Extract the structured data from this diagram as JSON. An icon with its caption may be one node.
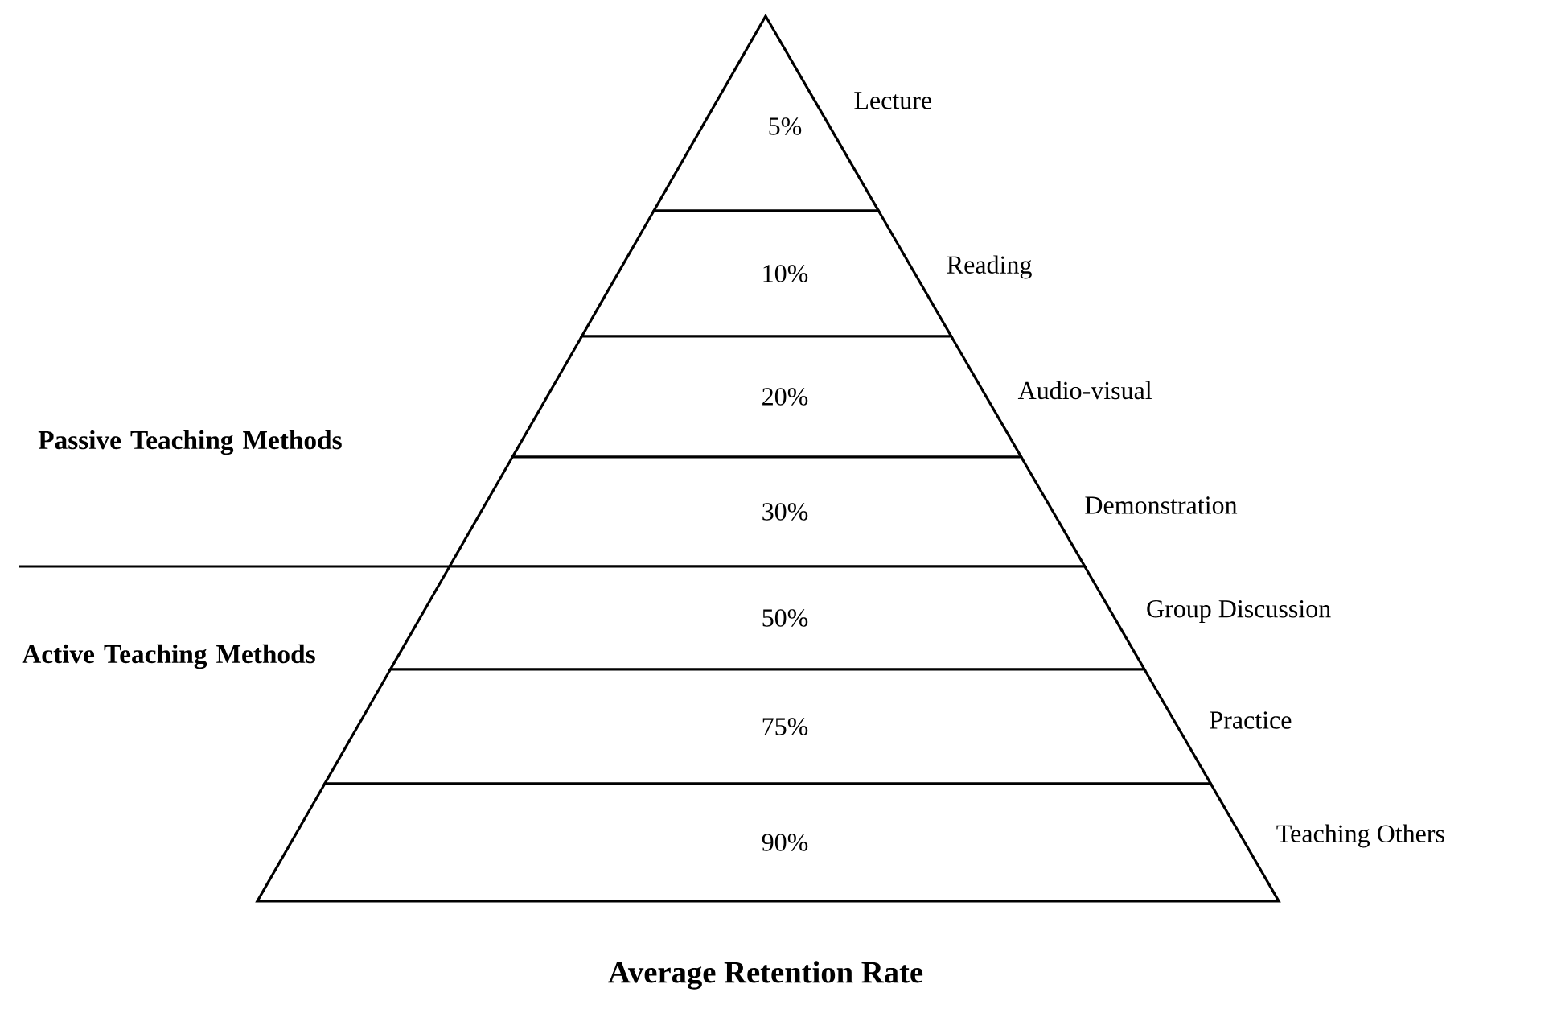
{
  "diagram": {
    "caption": "Average Retention Rate",
    "nodes": [
      {
        "text": [
          "5%"
        ],
        "beside": [
          "Lecture"
        ]
      },
      {
        "text": [
          "10%"
        ],
        "beside": [
          "Reading"
        ]
      },
      {
        "text": [
          "20%"
        ],
        "beside": [
          "Audio-visual"
        ]
      },
      {
        "text": [
          "30%"
        ],
        "beside": [
          "Demonstration"
        ]
      },
      {
        "text": [
          "50%"
        ],
        "beside": [
          "Group Discussion"
        ]
      },
      {
        "text": [
          "75%"
        ],
        "beside": [
          "Practice"
        ]
      },
      {
        "text": [
          "90%"
        ],
        "beside": [
          "Teaching Others"
        ]
      }
    ],
    "labels": [
      "Passive Teaching Methods",
      "Active Teaching Methods"
    ]
  }
}
